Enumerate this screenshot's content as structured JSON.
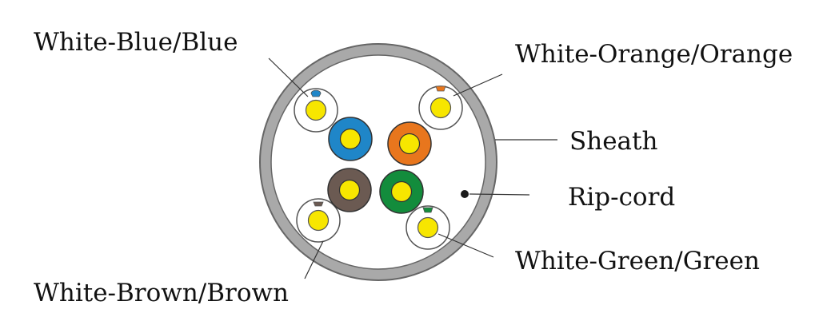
{
  "labels": {
    "white_blue_blue": "White-Blue/Blue",
    "white_orange_orange": "White-Orange/Orange",
    "sheath": "Sheath",
    "rip_cord": "Rip-cord",
    "white_green_green": "White-Green/Green",
    "white_brown_brown": "White-Brown/Brown"
  },
  "colors": {
    "sheath": "#a9a9a9",
    "sheath_outline": "#666666",
    "conductor": "#f7e600",
    "blue": "#1f86c8",
    "orange": "#e8761d",
    "brown": "#6b5a52",
    "green": "#138c3c",
    "white_insulation": "#ffffff",
    "rip_cord": "#1a1a1a"
  }
}
